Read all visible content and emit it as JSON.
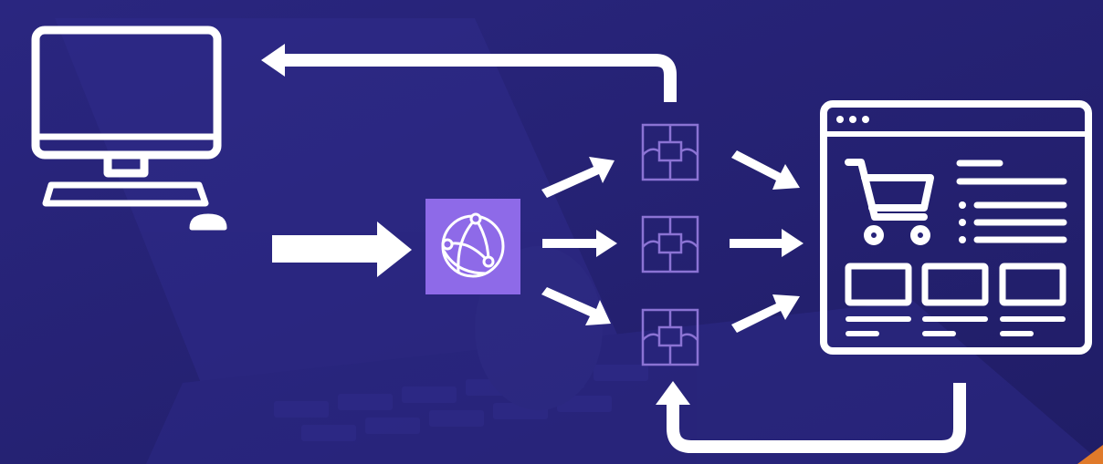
{
  "colors": {
    "background": "#26237a",
    "foreground": "#ffffff",
    "edge_node": "#8b73d4",
    "cloudfront_icon_bg": "#8e6ae8",
    "accent_orange": "#e07a2a"
  },
  "nodes": [
    {
      "id": "client",
      "icon": "desktop-computer-icon"
    },
    {
      "id": "cdn",
      "icon": "cloudfront-distribution-icon"
    },
    {
      "id": "edge-1",
      "icon": "edge-location-icon"
    },
    {
      "id": "edge-2",
      "icon": "edge-location-icon"
    },
    {
      "id": "edge-3",
      "icon": "edge-location-icon"
    },
    {
      "id": "origin",
      "icon": "ecommerce-website-icon"
    }
  ],
  "edges": [
    {
      "from": "client",
      "to": "cdn"
    },
    {
      "from": "cdn",
      "to": "edge-1"
    },
    {
      "from": "cdn",
      "to": "edge-2"
    },
    {
      "from": "cdn",
      "to": "edge-3"
    },
    {
      "from": "edge-1",
      "to": "origin"
    },
    {
      "from": "edge-2",
      "to": "origin"
    },
    {
      "from": "edge-3",
      "to": "origin"
    },
    {
      "from": "origin",
      "to": "edge-3"
    },
    {
      "from": "edge-1",
      "to": "client"
    }
  ]
}
